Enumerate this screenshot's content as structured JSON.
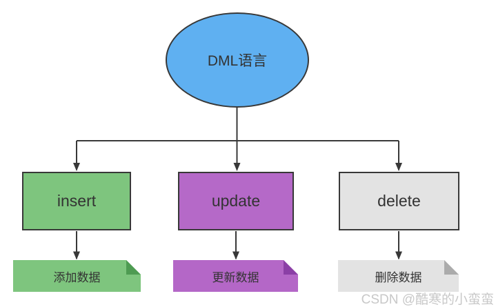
{
  "diagram": {
    "line_color": "#383838",
    "text_color": "#333333",
    "root": {
      "label": "DML语言",
      "fill": "#5FB0F1"
    },
    "boxes": [
      {
        "label": "insert",
        "fill": "#7EC57E"
      },
      {
        "label": "update",
        "fill": "#B569C8"
      },
      {
        "label": "delete",
        "fill": "#E3E3E3"
      }
    ],
    "notes": [
      {
        "label": "添加数据",
        "fill": "#7EC57E",
        "fold_color": "#4E9B52"
      },
      {
        "label": "更新数据",
        "fill": "#B467C7",
        "fold_color": "#8B3FA6"
      },
      {
        "label": "删除数据",
        "fill": "#E3E3E3",
        "fold_color": "#ABABAB"
      }
    ]
  },
  "watermark": {
    "text": "CSDN @酷寒的小蛮蛮",
    "color": "#C8C8C8"
  }
}
